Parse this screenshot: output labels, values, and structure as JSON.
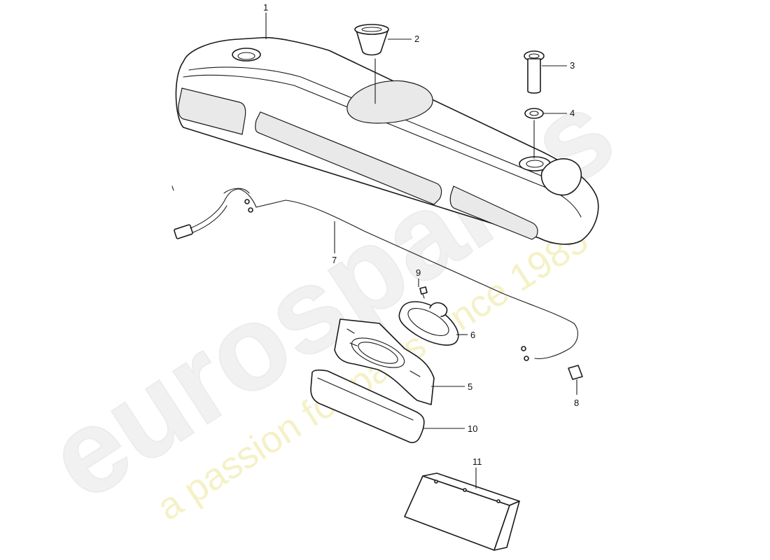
{
  "watermark": {
    "brand": "eurospares",
    "tagline": "a passion for parts since 1985"
  },
  "callouts": [
    "1",
    "2",
    "3",
    "4",
    "5",
    "6",
    "7",
    "8",
    "9",
    "10",
    "11"
  ]
}
